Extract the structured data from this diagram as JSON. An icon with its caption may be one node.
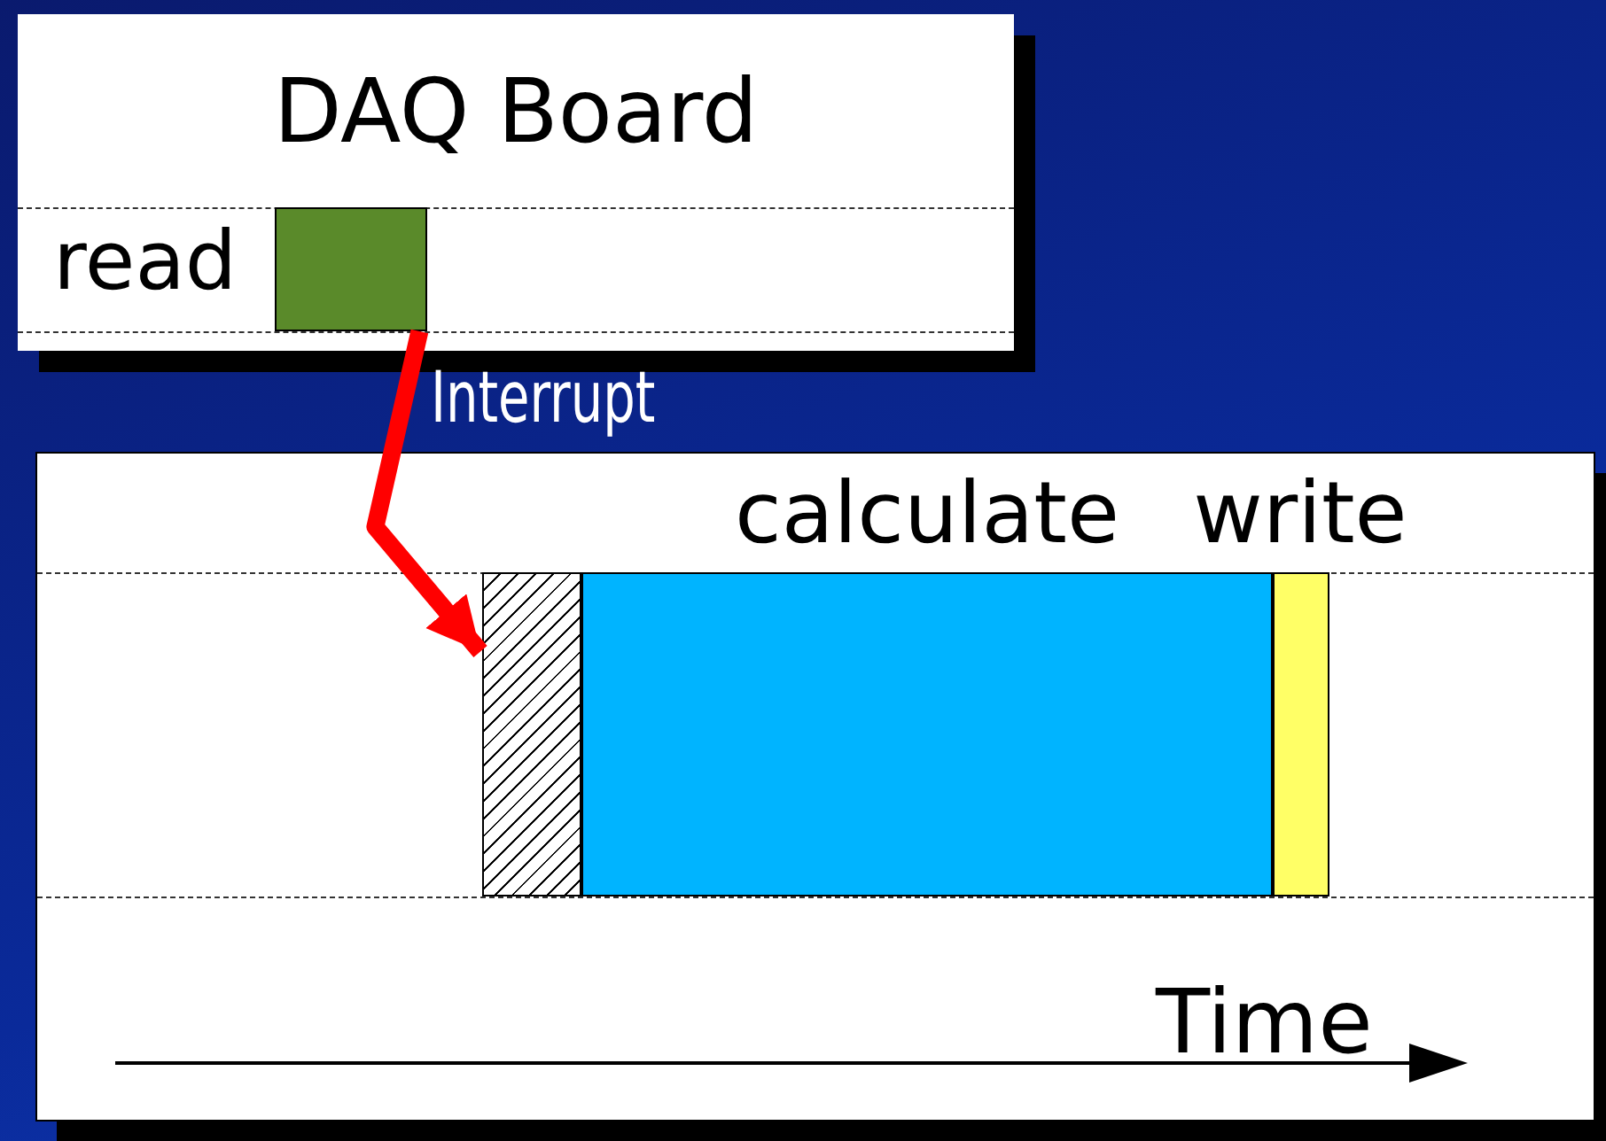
{
  "diagram": {
    "nodes": [
      {
        "text": [
          "DAQ Board"
        ]
      },
      {
        "text": [],
        "shape": "box",
        "in": 0,
        "beside": [
          "read"
        ]
      },
      {
        "text": [],
        "shape": "box"
      },
      {
        "text": [],
        "shape": "box",
        "in": 2
      },
      {
        "text": [
          "calculate"
        ],
        "in": 2
      },
      {
        "text": [
          "write"
        ],
        "in": 2
      }
    ],
    "edges": [
      {
        "from": 1,
        "to": 3,
        "arrow": "to",
        "label": "Interrupt",
        "color": "#ff0000"
      }
    ],
    "labels": [
      "Time"
    ]
  }
}
